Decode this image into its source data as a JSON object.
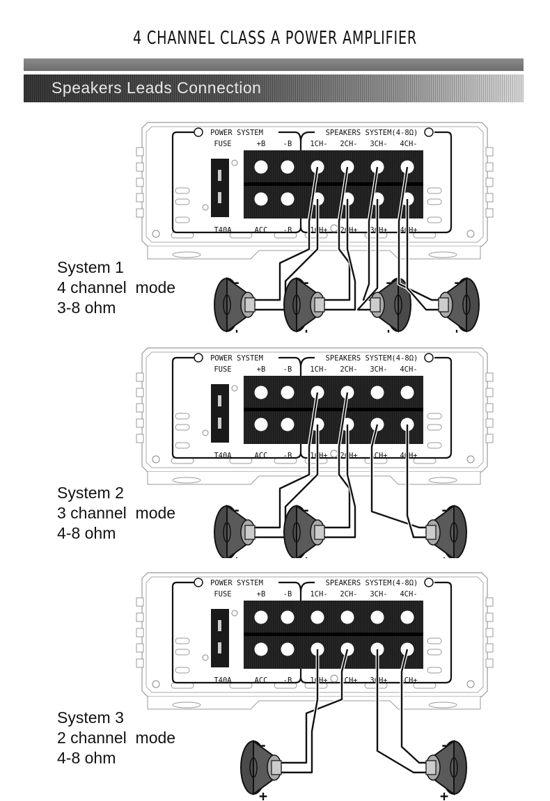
{
  "header": {
    "title": "4 CHANNEL CLASS A POWER AMPLIFIER",
    "section_title": "Speakers Leads Connection"
  },
  "amplifier_panel": {
    "power_group_label": "POWER SYSTEM",
    "speakers_group_label": "SPEAKERS SYSTEM(4-8Ω)",
    "top_terminal_labels": [
      "FUSE",
      "+B",
      "-B",
      "1CH-",
      "2CH-",
      "3CH-",
      "4CH-"
    ],
    "bottom_terminal_labels": [
      "T40A",
      "ACC",
      "-B",
      "1CH+",
      "2CH+",
      "3CH+",
      "4CH+"
    ]
  },
  "systems": [
    {
      "name": "System 1",
      "mode": "4 channel  mode",
      "impedance": "3-8 ohm",
      "speakers": [
        {
          "id": "spk1",
          "facing": "left",
          "neg_terminal": "1CH-",
          "pos_terminal": "1CH+"
        },
        {
          "id": "spk2",
          "facing": "left",
          "neg_terminal": "2CH-",
          "pos_terminal": "2CH+"
        },
        {
          "id": "spk3",
          "facing": "right",
          "neg_terminal": "3CH-",
          "pos_terminal": "3CH+"
        },
        {
          "id": "spk4",
          "facing": "right",
          "neg_terminal": "4CH-",
          "pos_terminal": "4CH+"
        }
      ]
    },
    {
      "name": "System 2",
      "mode": "3 channel  mode",
      "impedance": "4-8 ohm",
      "speakers": [
        {
          "id": "spk1",
          "facing": "left",
          "neg_terminal": "1CH-",
          "pos_terminal": "1CH+"
        },
        {
          "id": "spk2",
          "facing": "left",
          "neg_terminal": "2CH-",
          "pos_terminal": "2CH+"
        },
        {
          "id": "spk3",
          "facing": "right",
          "neg_terminal": "3CH+",
          "pos_terminal": "4CH+"
        }
      ]
    },
    {
      "name": "System 3",
      "mode": "2 channel  mode",
      "impedance": "4-8 ohm",
      "speakers": [
        {
          "id": "spk1",
          "facing": "left",
          "neg_terminal": "2CH+",
          "pos_terminal": "1CH+"
        },
        {
          "id": "spk2",
          "facing": "right",
          "neg_terminal": "4CH+",
          "pos_terminal": "3CH+"
        }
      ]
    }
  ],
  "polarity": {
    "negative": "-",
    "positive": "+"
  }
}
